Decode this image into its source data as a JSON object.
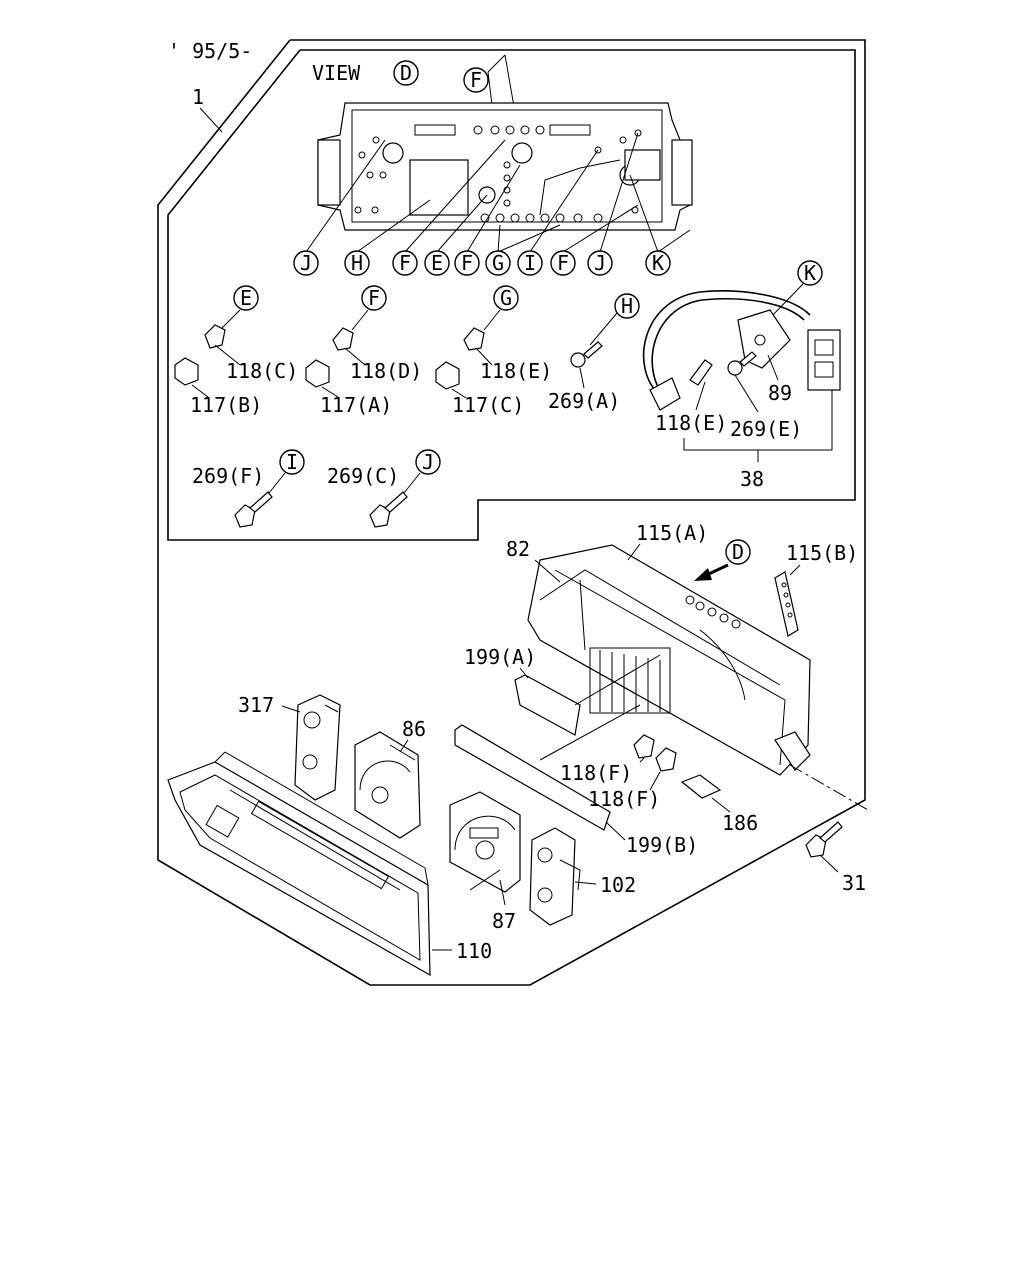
{
  "diagram": {
    "date_code": "' 95/5-",
    "assembly_ref": "1",
    "view_title": "VIEW",
    "view_letter": "D",
    "section_arrow_letter": "D",
    "callout_letters": {
      "top_F": "F",
      "bottom_row": [
        "J",
        "H",
        "F",
        "E",
        "F",
        "G",
        "I",
        "F",
        "J",
        "K"
      ],
      "E": "E",
      "F2": "F",
      "G": "G",
      "H": "H",
      "K": "K",
      "I": "I",
      "J": "J"
    },
    "labels": {
      "p118C": "118(C)",
      "p118D": "118(D)",
      "p118E": "118(E)",
      "p117B": "117(B)",
      "p117A": "117(A)",
      "p117C": "117(C)",
      "p269A": "269(A)",
      "p89": "89",
      "p118E2": "118(E)",
      "p269E": "269(E)",
      "p38": "38",
      "p269F": "269(F)",
      "p269C": "269(C)",
      "p115A": "115(A)",
      "p115B": "115(B)",
      "p82": "82",
      "p199A": "199(A)",
      "p317": "317",
      "p86": "86",
      "p118F1": "118(F)",
      "p118F2": "118(F)",
      "p186": "186",
      "p199B": "199(B)",
      "p31": "31",
      "p102": "102",
      "p87": "87",
      "p110": "110"
    }
  }
}
